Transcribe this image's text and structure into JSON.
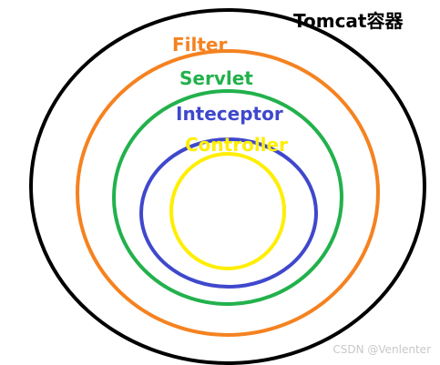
{
  "layers": [
    {
      "label": "Tomcat容器",
      "color": "#000000"
    },
    {
      "label": "Filter",
      "color": "#f58220"
    },
    {
      "label": "Servlet",
      "color": "#22b14c"
    },
    {
      "label": "Inteceptor",
      "color": "#3f48cc"
    },
    {
      "label": "Controller",
      "color": "#ffee00"
    }
  ],
  "watermark": "CSDN @Venlenter"
}
